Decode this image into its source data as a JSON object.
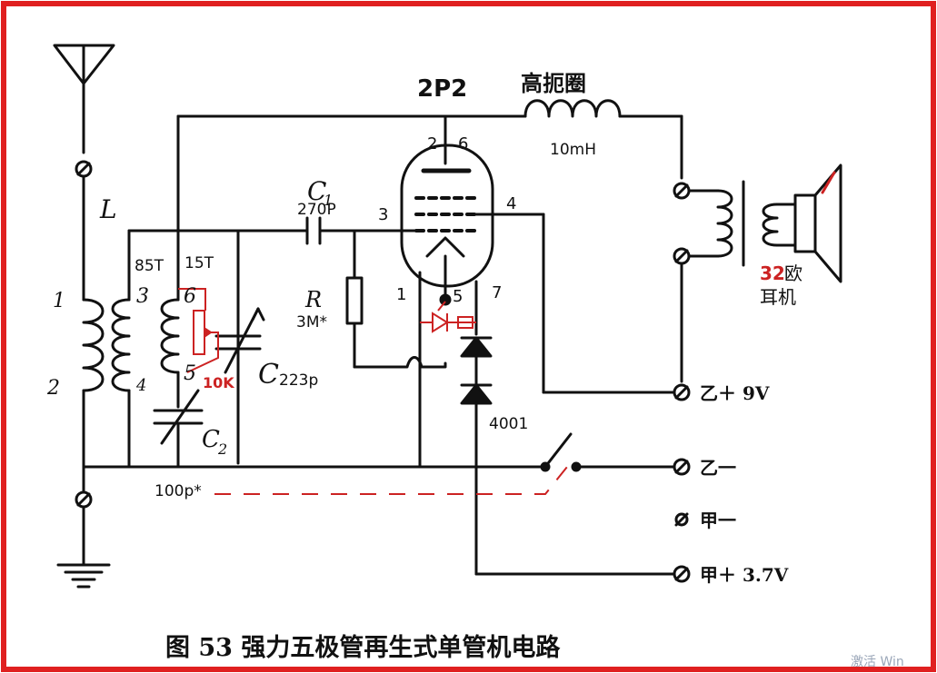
{
  "colors": {
    "frame": "#e02020",
    "ink": "#111111",
    "accent": "#cc2222",
    "watermark": "#9aa6b8"
  },
  "icons": [
    "antenna-icon",
    "ground-icon",
    "coil-icon",
    "capacitor-icon",
    "variable-capacitor-icon",
    "potentiometer-icon",
    "diode-icon",
    "led-icon",
    "switch-icon",
    "terminal-icon",
    "transformer-icon",
    "earphone-icon",
    "tube-icon"
  ],
  "labels": {
    "tube": "2P2",
    "choke": "高扼圈",
    "choke_value": "10mH",
    "coil": "L",
    "coil_pin1": "1",
    "coil_pin2": "2",
    "turns_85": "85T",
    "turns_15": "15T",
    "pin3": "3",
    "pin4": "4",
    "pin6": "6",
    "pin5": "5",
    "cap_c1": "C",
    "cap_c1_sub": "1",
    "cap_c1_value": "270P",
    "tube_pin2": "2",
    "tube_pin6": "6",
    "tube_pin3": "3",
    "tube_pin4": "4",
    "tube_pin1": "1",
    "tube_pin5": "5",
    "tube_pin7": "7",
    "res_r": "R",
    "res_value": "3M*",
    "pot_value": "10K",
    "var_cap": "C",
    "var_cap_value": "223p",
    "cap_c2": "C",
    "cap_c2_sub": "2",
    "cap_c2_value": "100p*",
    "diode": "4001",
    "earphone_ohms": "32",
    "earphone_unit": "欧",
    "earphone": "耳机",
    "term_b_plus": "乙＋ 9V",
    "term_b_minus": "乙一",
    "term_a_minus": "甲一",
    "term_a_plus": "甲＋ 3.7V",
    "caption": "图 53   强力五极管再生式单管机电路",
    "watermark": "激活 Win"
  }
}
